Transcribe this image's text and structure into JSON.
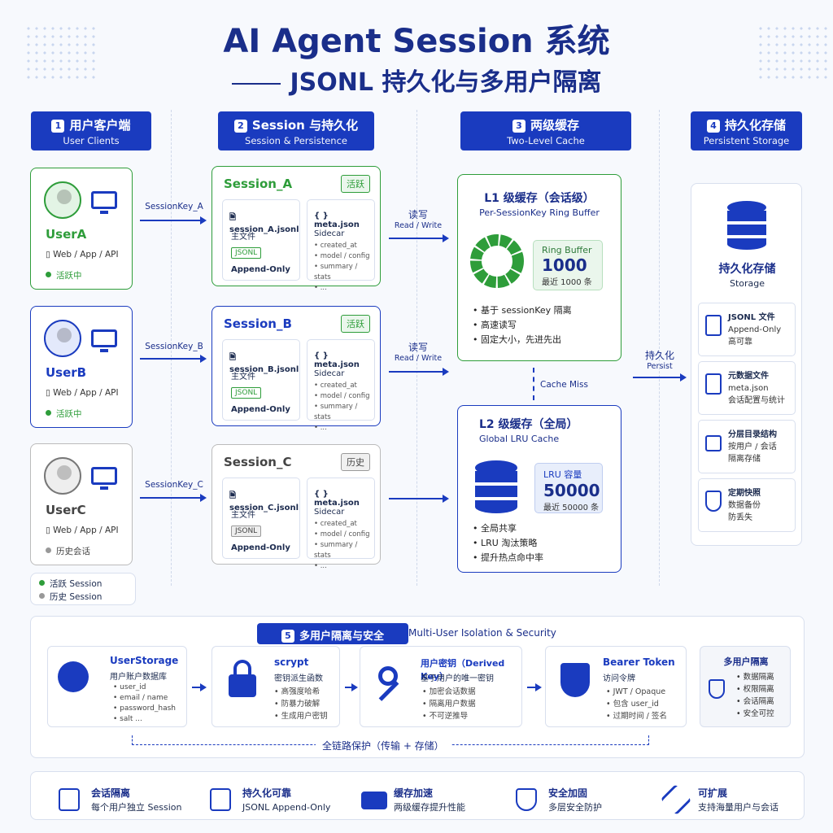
{
  "title": {
    "main": "AI Agent Session 系统",
    "sub": "JSONL 持久化与多用户隔离"
  },
  "columns": [
    {
      "num": "1",
      "title": "用户客户端",
      "subtitle": "User Clients"
    },
    {
      "num": "2",
      "title": "Session 与持久化",
      "subtitle": "Session & Persistence"
    },
    {
      "num": "3",
      "title": "两级缓存",
      "subtitle": "Two-Level Cache"
    },
    {
      "num": "4",
      "title": "持久化存储",
      "subtitle": "Persistent Storage"
    }
  ],
  "users": [
    {
      "name": "UserA",
      "platform": "Web / App / API",
      "status": "活跃中",
      "key": "SessionKey_A",
      "color": "#2e9d3a"
    },
    {
      "name": "UserB",
      "platform": "Web / App / API",
      "status": "活跃中",
      "key": "SessionKey_B",
      "color": "#1a3bbf"
    },
    {
      "name": "UserC",
      "platform": "Web / App / API",
      "status": "历史会话",
      "key": "SessionKey_C",
      "color": "#777777"
    }
  ],
  "legend": {
    "active": "活跃 Session",
    "history": "历史 Session"
  },
  "sessions": [
    {
      "name": "Session_A",
      "badge": "活跃",
      "file": "session_A.jsonl",
      "file_label": "主文件",
      "tag": "JSONL",
      "mode": "Append-Only",
      "meta": "meta.json",
      "sidecar": "Sidecar",
      "fields": [
        "created_at",
        "model / config",
        "summary / stats",
        "..."
      ],
      "color": "#2e9d3a"
    },
    {
      "name": "Session_B",
      "badge": "活跃",
      "file": "session_B.jsonl",
      "file_label": "主文件",
      "tag": "JSONL",
      "mode": "Append-Only",
      "meta": "meta.json",
      "sidecar": "Sidecar",
      "fields": [
        "created_at",
        "model / config",
        "summary / stats",
        "..."
      ],
      "color": "#1a3bbf"
    },
    {
      "name": "Session_C",
      "badge": "历史",
      "file": "session_C.jsonl",
      "file_label": "主文件",
      "tag": "JSONL",
      "mode": "Append-Only",
      "meta": "meta.json",
      "sidecar": "Sidecar",
      "fields": [
        "created_at",
        "model / config",
        "summary / stats",
        "..."
      ],
      "color": "#555555"
    }
  ],
  "rw": {
    "zh": "读写",
    "en": "Read / Write"
  },
  "l1": {
    "title": "L1 级缓存（会话级）",
    "subtitle": "Per-SessionKey Ring Buffer",
    "box_label": "Ring Buffer",
    "box_value": "1000",
    "box_note": "最近 1000 条",
    "bullets": [
      "基于 sessionKey 隔离",
      "高速读写",
      "固定大小，先进先出"
    ]
  },
  "cache_miss": "Cache Miss",
  "l2": {
    "title": "L2 级缓存（全局）",
    "subtitle": "Global LRU Cache",
    "box_label": "LRU 容量",
    "box_value": "50000",
    "box_note": "最近 50000 条",
    "bullets": [
      "全局共享",
      "LRU 淘汰策略",
      "提升热点命中率"
    ]
  },
  "persist": {
    "zh": "持久化",
    "en": "Persist"
  },
  "storage": {
    "title": "持久化存储",
    "subtitle": "Storage",
    "items": [
      {
        "lines": [
          "JSONL 文件",
          "Append-Only",
          "高可靠"
        ]
      },
      {
        "lines": [
          "元数据文件",
          "meta.json",
          "会话配置与统计"
        ]
      },
      {
        "lines": [
          "分层目录结构",
          "按用户 / 会话",
          "隔离存储"
        ]
      },
      {
        "lines": [
          "定期快照",
          "数据备份",
          "防丢失"
        ]
      }
    ]
  },
  "security": {
    "num": "5",
    "title": "多用户隔离与安全",
    "subtitle": "Multi-User Isolation & Security",
    "items": [
      {
        "title": "UserStorage",
        "desc": "用户账户数据库",
        "bullets": [
          "user_id",
          "email / name",
          "password_hash",
          "salt ..."
        ]
      },
      {
        "title": "scrypt",
        "desc": "密钥派生函数",
        "bullets": [
          "高强度哈希",
          "防暴力破解",
          "生成用户密钥"
        ]
      },
      {
        "title": "用户密钥（Derived Key）",
        "desc": "基于用户的唯一密钥",
        "bullets": [
          "加密会话数据",
          "隔离用户数据",
          "不可逆推导"
        ]
      },
      {
        "title": "Bearer Token",
        "desc": "访问令牌",
        "bullets": [
          "JWT / Opaque",
          "包含 user_id",
          "过期时间 / 签名"
        ]
      },
      {
        "title": "多用户隔离",
        "desc": "",
        "bullets": [
          "数据隔离",
          "权限隔离",
          "会话隔离",
          "安全可控"
        ]
      }
    ],
    "footer": "全链路保护（传输 + 存储）"
  },
  "features": [
    {
      "title": "会话隔离",
      "desc": "每个用户独立 Session"
    },
    {
      "title": "持久化可靠",
      "desc": "JSONL Append-Only"
    },
    {
      "title": "缓存加速",
      "desc": "两级缓存提升性能"
    },
    {
      "title": "安全加固",
      "desc": "多层安全防护"
    },
    {
      "title": "可扩展",
      "desc": "支持海量用户与会话"
    }
  ]
}
